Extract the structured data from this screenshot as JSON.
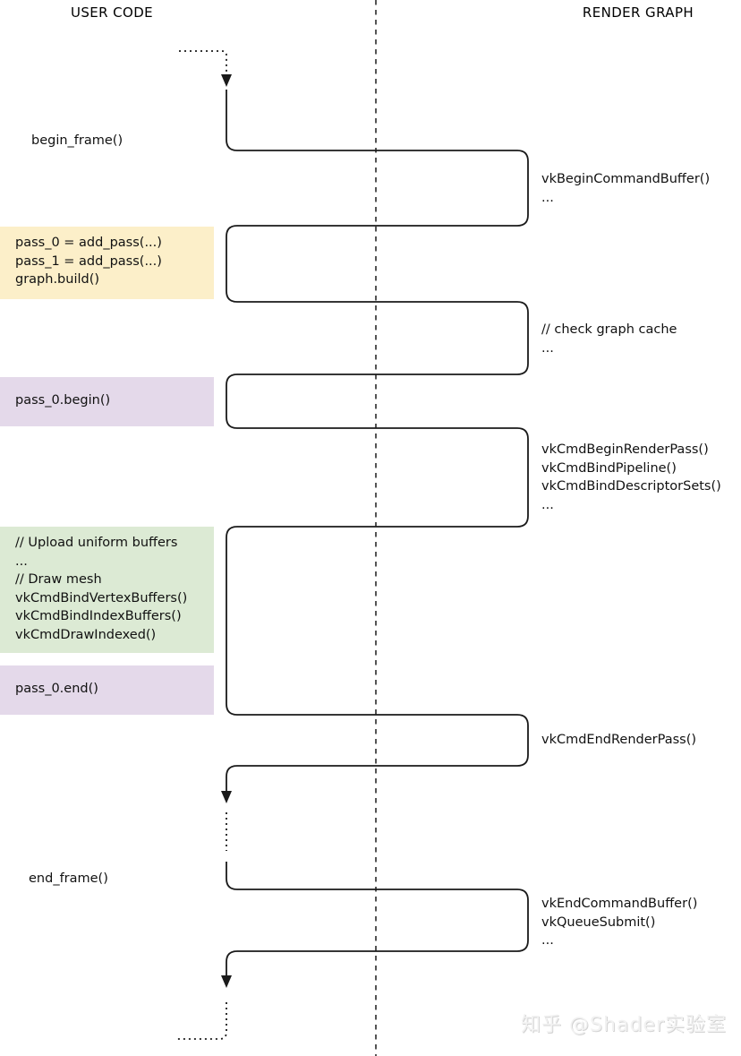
{
  "headers": {
    "user_code": "USER CODE",
    "render_graph": "RENDER GRAPH"
  },
  "colors": {
    "yellow_block": "#fcefc9",
    "purple_block": "#e4d9ea",
    "green_block": "#dcead4",
    "line": "#1a1a1a",
    "dashed_divider": "#2a2a2a"
  },
  "user_code": {
    "begin_frame_label": "begin_frame()",
    "graph_build_block": {
      "lines": [
        "pass_0 = add_pass(...)",
        "pass_1 = add_pass(...)",
        "graph.build()"
      ]
    },
    "pass0_begin_block": {
      "lines": [
        "pass_0.begin()"
      ]
    },
    "draw_block": {
      "lines": [
        "// Upload uniform buffers",
        "...",
        "// Draw mesh",
        "vkCmdBindVertexBuffers()",
        "vkCmdBindIndexBuffers()",
        "vkCmdDrawIndexed()"
      ]
    },
    "pass0_end_block": {
      "lines": [
        "pass_0.end()"
      ]
    },
    "end_frame_label": "end_frame()"
  },
  "render_graph": {
    "begin_command_buffer": {
      "lines": [
        "vkBeginCommandBuffer()",
        "..."
      ]
    },
    "check_graph_cache": {
      "lines": [
        "// check graph cache",
        "..."
      ]
    },
    "begin_render_pass": {
      "lines": [
        "vkCmdBeginRenderPass()",
        "vkCmdBindPipeline()",
        "vkCmdBindDescriptorSets()",
        "..."
      ]
    },
    "end_render_pass": {
      "lines": [
        "vkCmdEndRenderPass()"
      ]
    },
    "end_command_buffer": {
      "lines": [
        "vkEndCommandBuffer()",
        "vkQueueSubmit()",
        "..."
      ]
    }
  },
  "watermark": "知乎 @Shader实验室"
}
